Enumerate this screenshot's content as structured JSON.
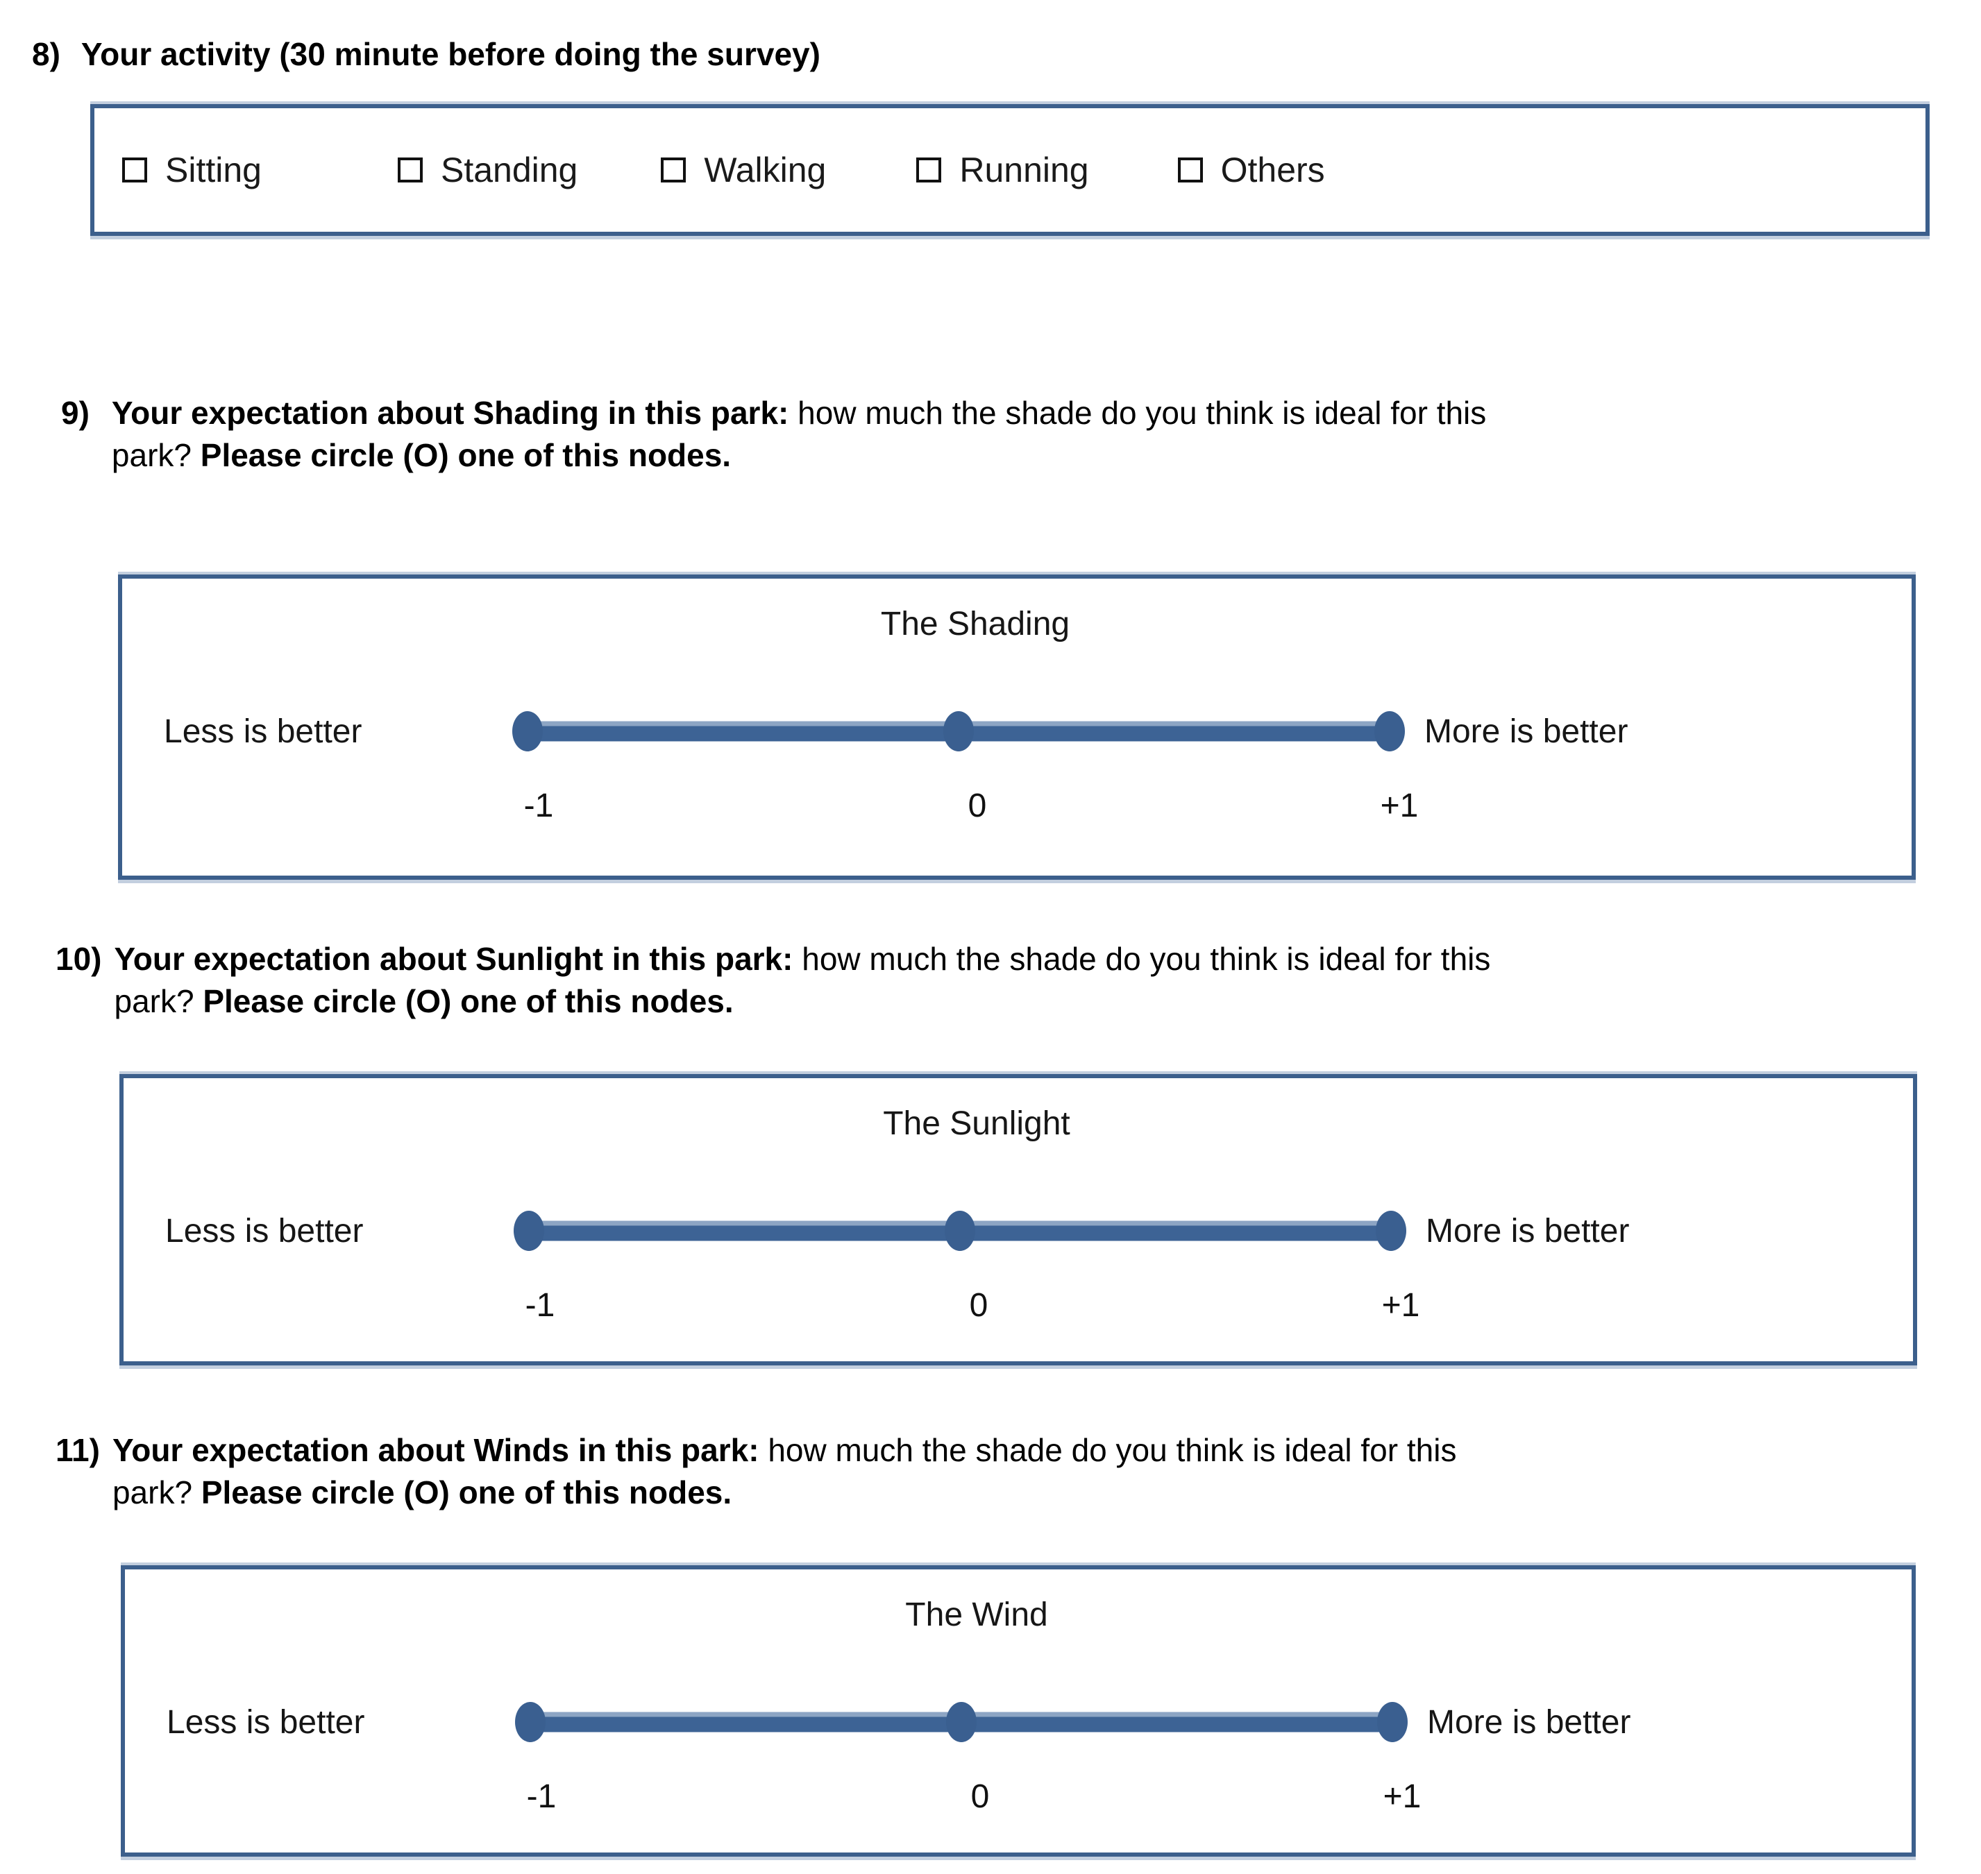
{
  "questions": [
    {
      "number": "8)",
      "strong_lead": "Your activity (30 minute before doing the survey)",
      "normal_tail": "",
      "line2_strong": "",
      "type": "checkboxes",
      "options": [
        {
          "label": "Sitting",
          "checked": false
        },
        {
          "label": "Standing",
          "checked": false
        },
        {
          "label": "Walking",
          "checked": false
        },
        {
          "label": "Running",
          "checked": false
        },
        {
          "label": "Others",
          "checked": false
        }
      ]
    },
    {
      "number": "9)",
      "strong_lead": "Your expectation about Shading in this park:",
      "normal_tail": " how much the shade do you think is ideal for this",
      "line2_normal": "park? ",
      "line2_strong": "Please circle (O) one of this nodes.",
      "type": "scale",
      "scale": {
        "title": "The Shading",
        "left_anchor": "Less is better",
        "right_anchor": "More is better",
        "ticks": [
          "-1",
          "0",
          "+1"
        ]
      }
    },
    {
      "number": "10)",
      "strong_lead": "Your expectation about Sunlight in this park:",
      "normal_tail": " how much the shade do you think is ideal for this",
      "line2_normal": "park? ",
      "line2_strong": "Please circle (O) one of this nodes.",
      "type": "scale",
      "scale": {
        "title": "The Sunlight",
        "left_anchor": "Less is better",
        "right_anchor": "More is better",
        "ticks": [
          "-1",
          "0",
          "+1"
        ]
      }
    },
    {
      "number": "11)",
      "strong_lead": "Your expectation about Winds in this park:",
      "normal_tail": " how much the shade do you think is ideal for this",
      "line2_normal": "park?  ",
      "line2_strong": "Please circle (O) one of this nodes.",
      "type": "scale",
      "scale": {
        "title": "The Wind",
        "left_anchor": "Less is better",
        "right_anchor": "More is better",
        "ticks": [
          "-1",
          "0",
          "+1"
        ]
      }
    }
  ],
  "colors": {
    "panel_border": "#3c5f8c",
    "slider_fill": "#3a5f90",
    "slider_track_highlight": "#8da5c4",
    "text": "#111111"
  }
}
